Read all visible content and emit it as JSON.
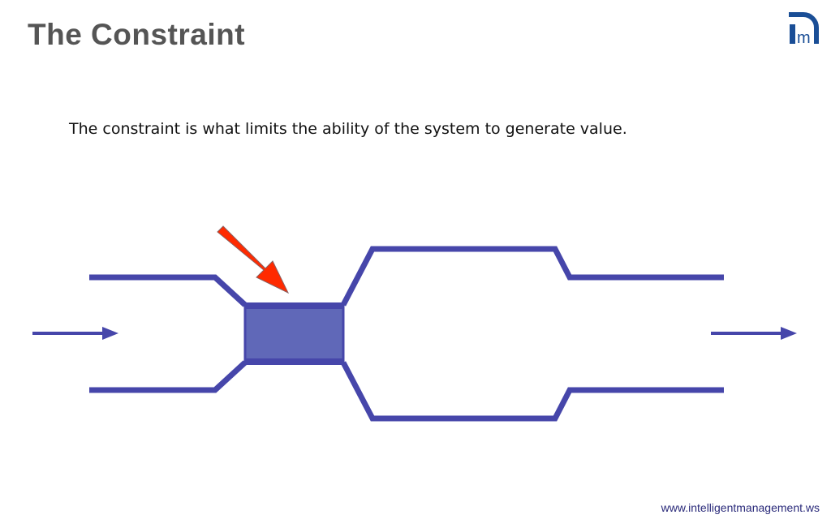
{
  "title": "The Constraint",
  "subtitle": "The constraint is what limits the ability of the system to generate value.",
  "footer": "www.intelligentmanagement.ws",
  "logo": {
    "text": "m",
    "color": "#1a4e96"
  },
  "colors": {
    "pipe": "#4646aa",
    "constraint_fill": "#6068b8",
    "pointer": "#ff2a00"
  }
}
